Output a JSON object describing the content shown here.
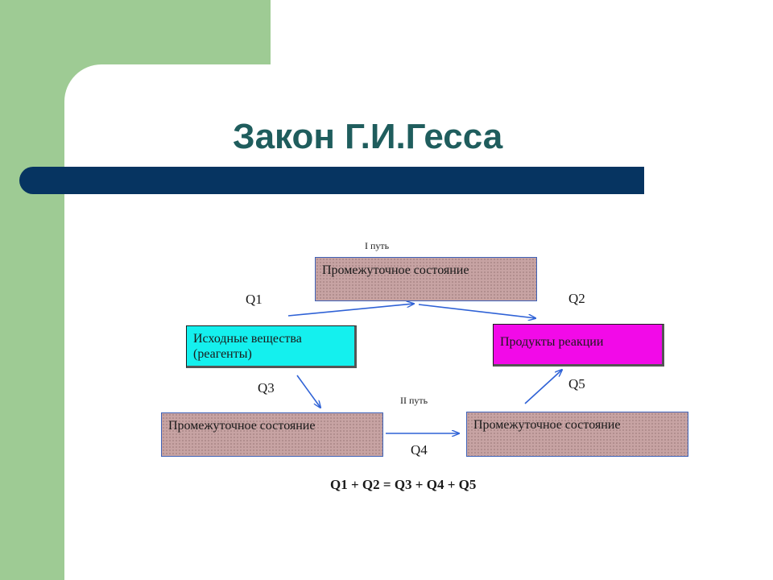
{
  "slide": {
    "title": "Закон Г.И.Гесса",
    "colors": {
      "panel": "#9ecb94",
      "title_bar": "#063461",
      "title_text": "#1f5d5d"
    }
  },
  "diagram": {
    "path1_label": "I путь",
    "path2_label": "II путь",
    "boxes": {
      "top_intermediate": "Промежуточное состояние",
      "reagents": "Исходные вещества (реагенты)",
      "products": "Продукты реакции",
      "bottom_left_intermediate": "Промежуточное состояние",
      "bottom_right_intermediate": "Промежуточное состояние"
    },
    "heats": {
      "q1": "Q1",
      "q2": "Q2",
      "q3": "Q3",
      "q4": "Q4",
      "q5": "Q5"
    },
    "equation": "Q1 + Q2 = Q3 + Q4 + Q5"
  }
}
